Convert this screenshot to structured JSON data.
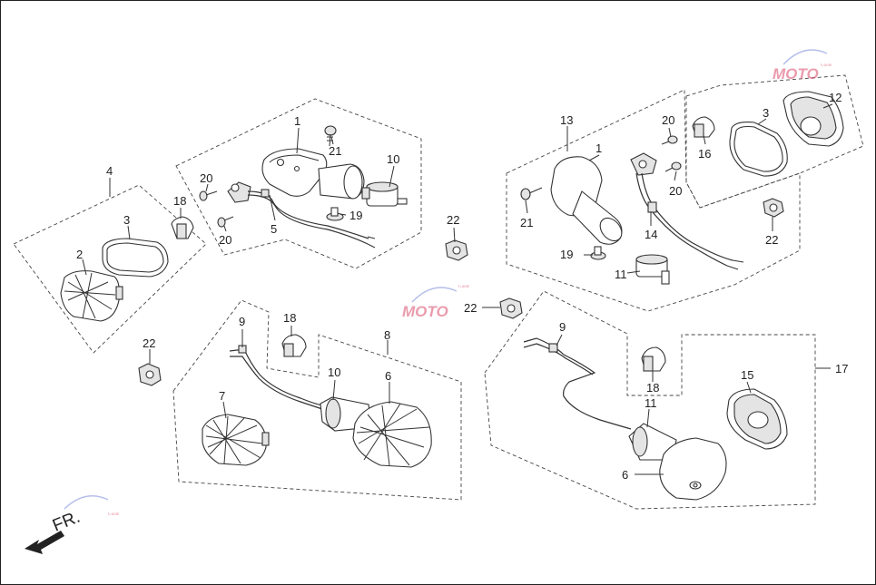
{
  "diagram": {
    "direction_label": "FR.",
    "watermark": {
      "brand": "MOTO",
      "sub": "Guide"
    },
    "callouts": {
      "c1": "1",
      "c2": "2",
      "c3": "3",
      "c4": "4",
      "c5": "5",
      "c6": "6",
      "c7": "7",
      "c8": "8",
      "c9": "9",
      "c10": "10",
      "c11": "11",
      "c12": "12",
      "c13": "13",
      "c14": "14",
      "c15": "15",
      "c16": "16",
      "c17": "17",
      "c18": "18",
      "c19": "19",
      "c20": "20",
      "c21": "21",
      "c22": "22"
    }
  },
  "colors": {
    "line": "#333333",
    "watermark": "#d94a6a",
    "fill": "#e4e4e4"
  }
}
